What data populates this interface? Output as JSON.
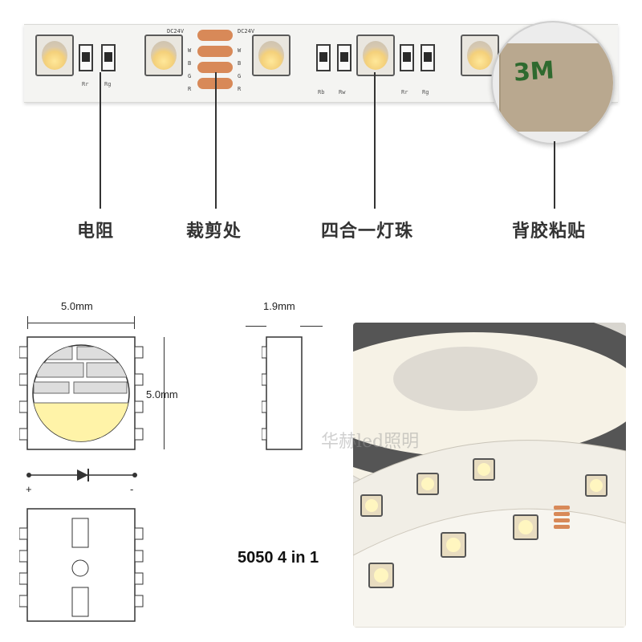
{
  "strip": {
    "dc_label_left": "DC24V",
    "dc_label_right": "DC24V",
    "channels": [
      "W",
      "B",
      "G",
      "R"
    ],
    "resistor_labels": [
      "Rr",
      "Rg",
      "Rb",
      "Rw",
      "Rr",
      "Rg"
    ]
  },
  "callouts": {
    "resistor": "电阻",
    "cut_point": "裁剪处",
    "led_chip": "四合一灯珠",
    "adhesive": "背胶粘贴"
  },
  "magnifier": {
    "brand": "3M"
  },
  "diagram": {
    "width_label": "5.0mm",
    "height_label": "5.0mm",
    "thickness_label": "1.9mm",
    "plus_sign": "+",
    "minus_sign": "-"
  },
  "product": {
    "model": "5050 4 in 1",
    "watermark": "华赫led照明"
  },
  "colors": {
    "pad_copper": "#d88958",
    "warm_white": "#fff3a8",
    "tape_3m": "#b9a88f"
  }
}
